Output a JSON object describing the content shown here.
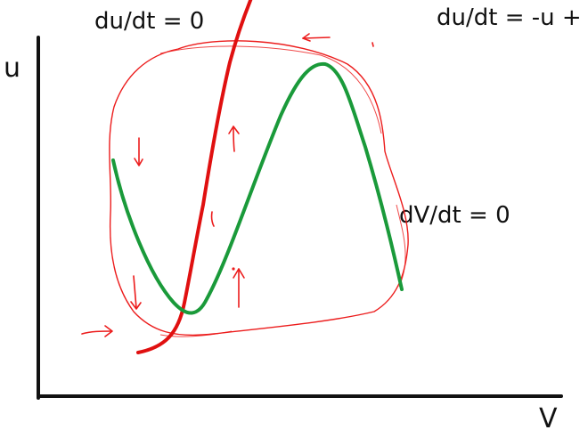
{
  "labels": {
    "y_axis": "u",
    "x_axis": "V",
    "u_nullcline": "du/dt = 0",
    "u_equation": "du/dt = -u +",
    "v_nullcline": "dV/dt = 0"
  },
  "colors": {
    "axes": "#111111",
    "u_nullcline": "#e01010",
    "v_nullcline": "#1a9a3a",
    "trajectory": "#ec1c1c",
    "background": "#ffffff"
  }
}
